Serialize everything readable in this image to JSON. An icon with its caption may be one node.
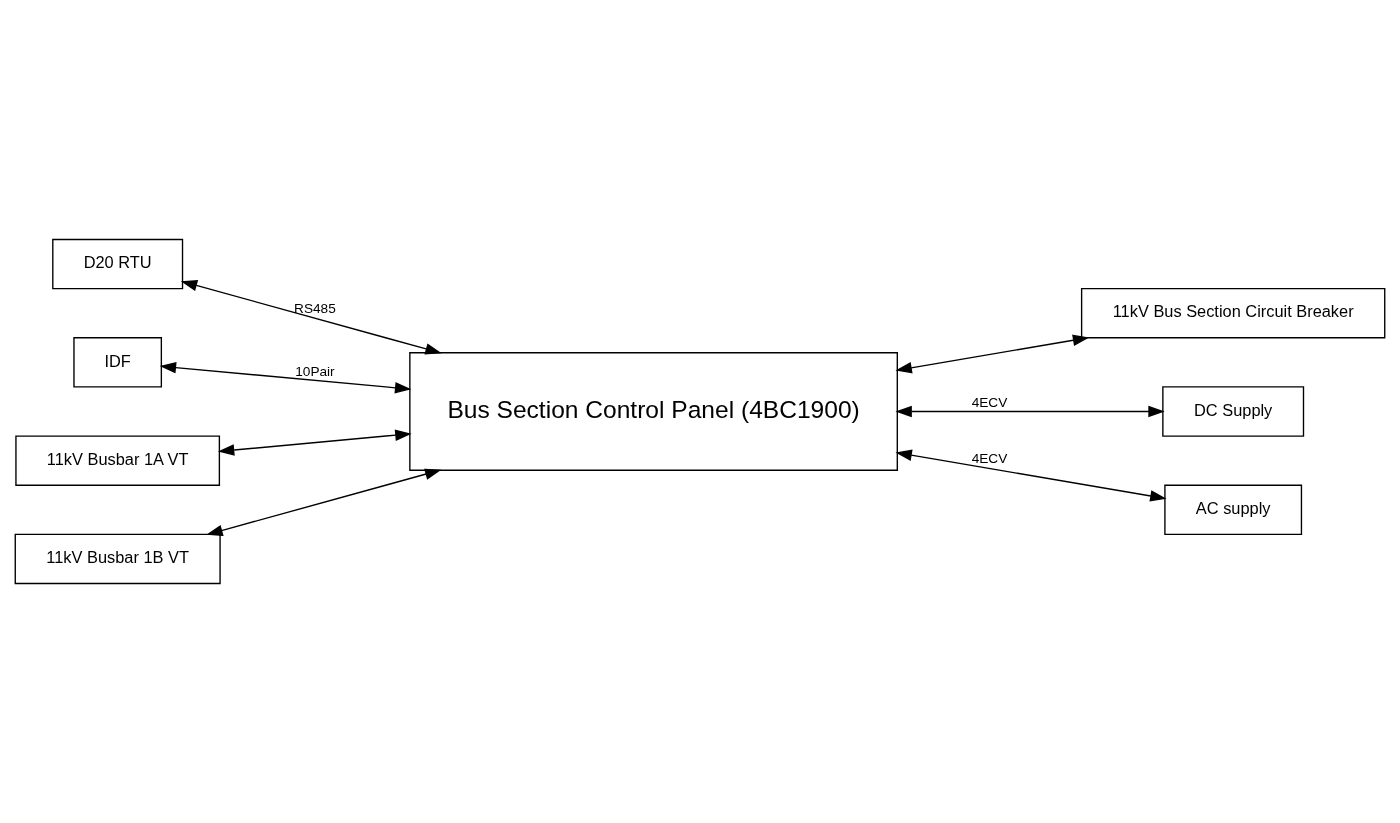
{
  "diagram": {
    "nodes": [
      {
        "text": [
          "Bus Section Control Panel (4BC1900)"
        ]
      },
      {
        "text": [
          "11kV Bus Section Circuit Breaker"
        ]
      },
      {
        "text": [
          "D20 RTU"
        ]
      },
      {
        "text": [
          "IDF"
        ]
      },
      {
        "text": [
          "11kV Busbar 1A VT"
        ]
      },
      {
        "text": [
          "11kV Busbar 1B VT"
        ]
      },
      {
        "text": [
          "DC Supply"
        ]
      },
      {
        "text": [
          "AC supply"
        ]
      }
    ],
    "edges": [
      {
        "from": 0,
        "to": 1,
        "arrow": "both"
      },
      {
        "from": 2,
        "to": 0,
        "arrow": "both",
        "label": "RS485"
      },
      {
        "from": 3,
        "to": 0,
        "arrow": "both",
        "label": "10Pair"
      },
      {
        "from": 0,
        "to": 6,
        "arrow": "both",
        "label": "4ECV"
      },
      {
        "from": 0,
        "to": 7,
        "arrow": "both",
        "label": "4ECV"
      },
      {
        "from": 4,
        "to": 0,
        "arrow": "both"
      },
      {
        "from": 5,
        "to": 0,
        "arrow": "both"
      }
    ]
  }
}
